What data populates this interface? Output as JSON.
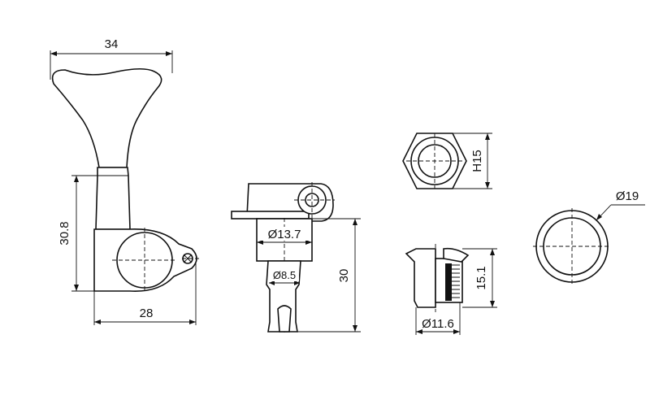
{
  "colors": {
    "ink": "#111111",
    "paper": "#ffffff"
  },
  "dimensions": {
    "width_34": "34",
    "height_30_8": "30.8",
    "width_28": "28",
    "dia_13_7": "Ø13.7",
    "dia_8_5": "Ø8.5",
    "length_30": "30",
    "hex_h15": "H15",
    "dia_11_6": "Ø11.6",
    "length_15_1": "15.1",
    "dia_19": "Ø19"
  }
}
